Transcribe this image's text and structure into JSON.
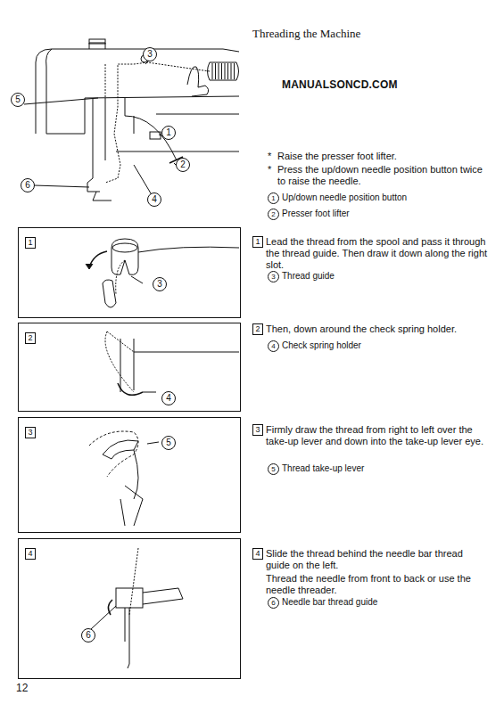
{
  "diagram": {
    "title": "Threading the Machine",
    "nodes": [
      {
        "text": [
          "1",
          "3"
        ]
      },
      {
        "text": [
          "2",
          "4"
        ]
      },
      {
        "text": [
          "3",
          "5"
        ]
      },
      {
        "text": [
          "4",
          "6"
        ]
      }
    ],
    "labels": [
      "MANUALSONCD.COM",
      "3",
      "5",
      "1",
      "2",
      "6",
      "4",
      "*",
      "Raise the presser foot lifter.",
      "*",
      "Press the up/down needle position button twice to raise the needle.",
      "1",
      "Up/down needle position button",
      "2",
      "Presser foot lifter",
      "1",
      "Lead the thread from the spool and pass it through the thread guide. Then draw it down along the right slot.",
      "3",
      "Thread guide",
      "2",
      "Then, down around the check spring holder.",
      "4",
      "Check spring holder",
      "3",
      "Firmly draw the thread from right to left over the take-up lever and down into the take-up lever eye.",
      "5",
      "Thread take-up lever",
      "4",
      "Slide the thread behind the needle bar thread guide on the left.",
      "Thread the needle from front to back or use the needle threader.",
      "6",
      "Needle bar thread guide",
      "12"
    ]
  }
}
